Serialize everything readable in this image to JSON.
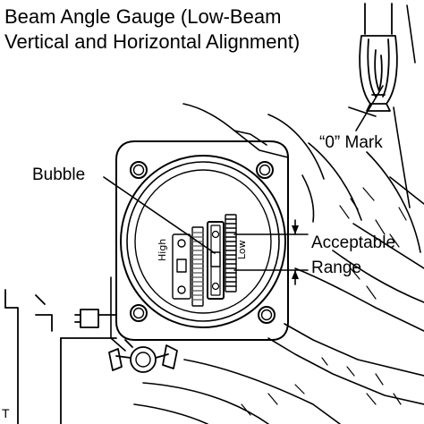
{
  "title": {
    "line1": "Beam Angle Gauge (Low-Beam",
    "line2": "Vertical and Horizontal Alignment)"
  },
  "labels": {
    "zero_mark": "“0” Mark",
    "bubble": "Bubble",
    "acceptable": "Acceptable",
    "range": "Range",
    "high": "High",
    "low": "Low",
    "figure_code": "T"
  },
  "colors": {
    "line": "#000000",
    "background": "#ffffff",
    "mid_gray": "#555555"
  }
}
